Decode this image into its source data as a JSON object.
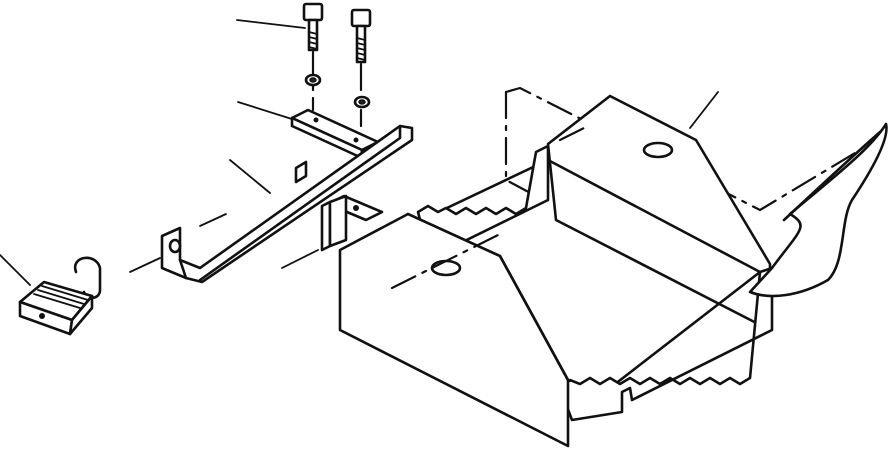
{
  "figure": {
    "kind": "exploded parts illustration",
    "parts": [
      {
        "name": "bolt",
        "count": 2
      },
      {
        "name": "lock-washer",
        "count": 2
      },
      {
        "name": "retaining-plate",
        "count": 1
      },
      {
        "name": "hold-down-bar",
        "count": 1
      },
      {
        "name": "mounting-bracket",
        "count": 1
      },
      {
        "name": "battery-tray",
        "count": 1
      },
      {
        "name": "tray-pad",
        "count": 1
      },
      {
        "name": "padlock",
        "count": 1
      }
    ],
    "line_color": "#111111",
    "background": "#ffffff"
  }
}
